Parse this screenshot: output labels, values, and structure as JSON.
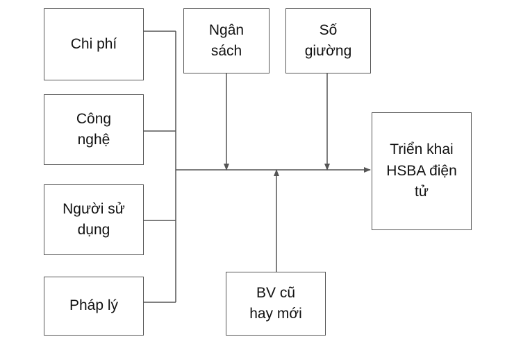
{
  "diagram": {
    "boxes": {
      "chi_phi": "Chi phí",
      "cong_nghe": "Công\nnghệ",
      "nguoi_su_dung": "Người sử\ndụng",
      "phap_ly": "Pháp lý",
      "ngan_sach": "Ngân\nsách",
      "so_giuong": "Số\ngiường",
      "bv_cu_hay_moi": "BV cũ\nhay mới",
      "trien_khai": "Triển khai\nHSBA điện\ntử"
    },
    "line_color": "#555555"
  }
}
